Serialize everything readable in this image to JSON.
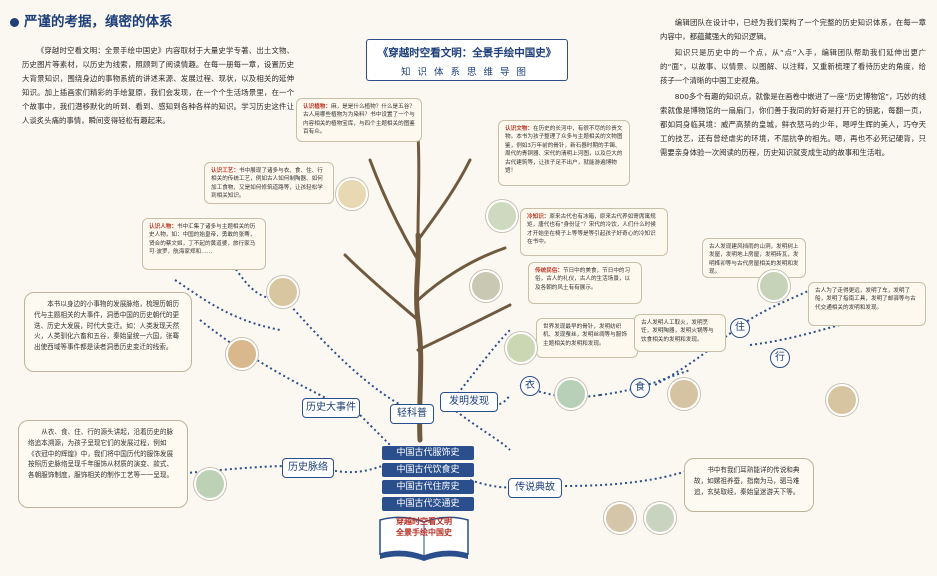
{
  "intro": {
    "title": "严谨的考据，缜密的体系",
    "body": "《穿越时空看文明：全景手绘中国史》内容取材于大量史学专著、出土文物、历史图片等素材，以历史为线索，照顾到了阅读情趣。在每一册每一章，设置历史大背景知识，围绕身边的事物系统的讲述来源、发展过程、现状，以及相关的延伸知识。加上插画家们精彩的手绘复原，我们会发现，在一个个生活场景里，在一个个故事中，我们潜移默化的听到、看到、感知到各种各样的知识。学习历史这件让人谈炙头痛的事情，瞬间变得轻松有趣起来。"
  },
  "title_box": {
    "line1": "《穿越时空看文明：全景手绘中国史》",
    "line2": "知识体系思维导图"
  },
  "right_text": {
    "p1": "编辑团队在设计中，已经为我们架构了一个完整的历史知识体系，在每一章内容中，都蕴藏强大的知识逻辑。",
    "p2": "知识只是历史中的一个点，从“点”入手，编辑团队帮助我们延伸出更广的“面”，以故事、以情景、以图解、以注释，又重新梳理了看待历史的角度，给孩子一个清晰的中国工史视角。",
    "p3": "800多个有趣的知识点，就像是在画卷中嵌进了一座“历史博物馆”，巧妙的线索就像是博物馆的一扇扇门，你们善于我同的好奇是打开它的钥匙，每翻一页，都如同身临其境：威严高禁的皇城，鲜衣怒马的少年，嗯呼生辉的美人，巧夺天工的技艺，还有曾经虐劣的环境，不屈抗争的祖先。嗯，再也不必死记硬背，只需要亲身体验一次阅读的历程，历史知识就变成生动的故事和生活啦。"
  },
  "notes": {
    "zhiwu": {
      "title": "认识植物：",
      "body": "麻，是是什么植物？什么是五谷？古人用哪些植物为为染料？书中设置了一个与内容相关的植物宝库，与四个主题相关的图鉴百有众。"
    },
    "wenwu": {
      "title": "认识文物：",
      "body": "在历史的长河中，有很不尽的珍贵文物。本书为孩子整理了众多与主题相关的文物图鉴，例如3万年前的骨针，新石器时期的手镯、周代的青铜器、宋代的清明上河图，以及巨大的古代建筑等，让孩子足不出户，就能游遍博物馆！"
    },
    "gongyi": {
      "title": "认识工艺：",
      "body": "书中展现了诸多与衣、食、住、行相关的传统工艺，例如古人如何制陶器、如何加工食物、又是如何修筑道路等，让孩轻松学到相关知识。"
    },
    "renwu": {
      "title": "认识人物：",
      "body": "书中汇集了诸多与主题相关的历史人物，如：中国的始皇帝，勇敢的张骞，贤合的蔡文姬，丁不起的黄道婆，旅行家马可·波罗，航海家郑和……"
    },
    "leng": {
      "title": "冷知识：",
      "body": "原来古代也有冰箱，原来古代养如寄席寓规矩，唐代也有“身份证”？宋代的冷饮，人们什么时候才开始坐在椅子上等等是等引起孩子好奇心的冷知识在书中。"
    },
    "chuantong": {
      "title": "传统民俗：",
      "body": "节日中的美食，节日中的习俗，古人的礼仪，古人的生活场景，以及各朝的风土有有展示。"
    },
    "yi": {
      "body": "世界发现最早的骨针，发明纺织机、发现蚕丝，发明丝绸等与服饰主题相关的发明和发现。"
    },
    "shi": {
      "body": "古人发明人工取火，发明烹饪，发明陶器，发明火锅等与饮食相关的发明和发现。"
    },
    "zhu": {
      "body": "古人发现建风挡雨的山洞，发明树上发屋，发明地上房屋，发明砖瓦，发明榫卯等与古代房屋相关的发明和发现。"
    },
    "xing": {
      "body": "古人为了走得更远，发明了车，发明了船，发明了指南工具，发明了邮驿等与古代交通相关的发明和发现。"
    },
    "dashi": {
      "body": "本书以身边的小事物的发展脉络，梳理历朝历代与主题相关的大事件，洞悉中国的历史朝代的更迭、历史大发展，时代大变迁。如：人类发现天然火，人类驯化六畜和五谷，秦始皇统一六国，张骞出使西域等事件都是读者洞悉历史变迁的线索。"
    },
    "mailuo": {
      "body": "从衣、食、住、行的源头讲起，沿着历史的脉络追本溯源，为孩子呈现它们的发展过程，例如《衣冠中的辉煌》中，我们将中国历代的服饰发展按照历史脉络呈现千年服饰从材质的演变、款式、各朝服饰制度，服饰相关的制作工艺等一一呈现。"
    },
    "chuanshuo": {
      "body": "书中有我们耳熟能详的传说和典故，如嫘祖养蚕，指南为马，驷马难追，玄奘取经，秦始皇迷游天下等。"
    }
  },
  "labels": {
    "dashi": "历史大事件",
    "qingkepu": "轻科普",
    "faming": "发明发现",
    "mailuo": "历史脉络",
    "chuanshuo": "传说典故",
    "yi": "衣",
    "shi": "食",
    "zhu": "住",
    "xing": "行"
  },
  "center_list": [
    "中国古代服饰史",
    "中国古代饮食史",
    "中国古代住房史",
    "中国古代交通史"
  ],
  "book_label": {
    "line1": "穿越时空看文明",
    "line2": "全景手绘中国史"
  },
  "colors": {
    "accent": "#2b4f8c",
    "note_title": "#c0392b",
    "tree": "#6f5a3f",
    "dotted": "#2b4f8c"
  }
}
